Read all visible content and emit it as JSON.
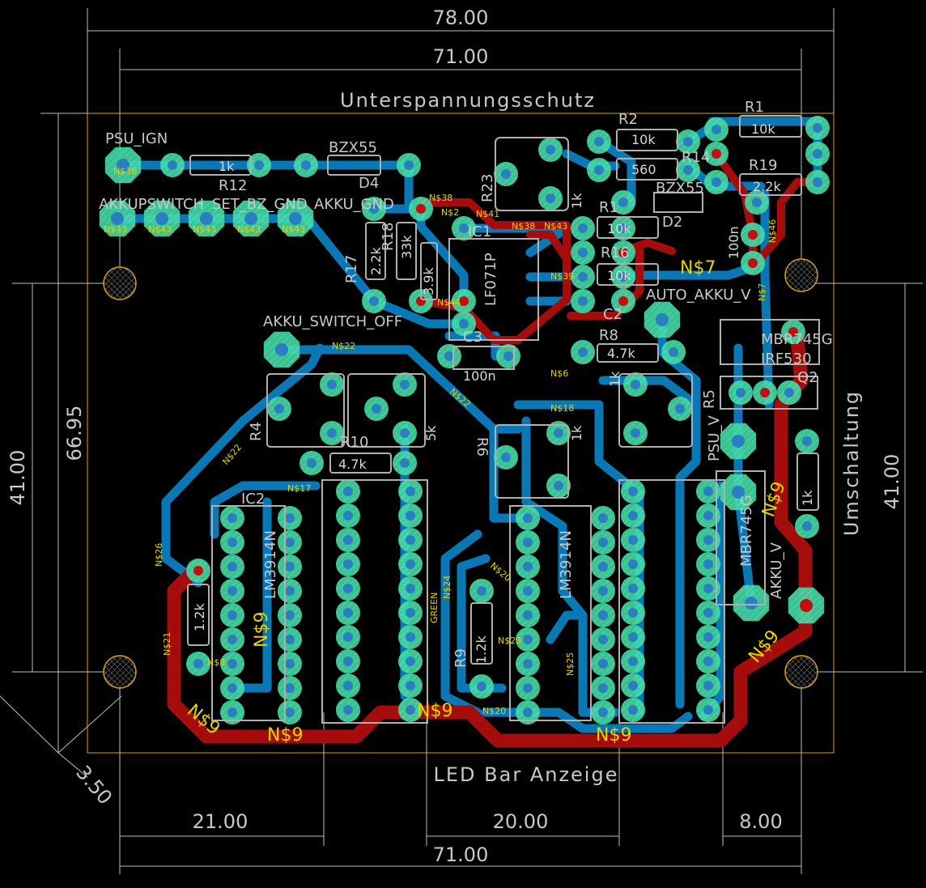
{
  "dimensions": {
    "top_outer": "78.00",
    "top_inner": "71.00",
    "left_outer": "41.00",
    "left_inner": "66.95",
    "right": "41.00",
    "corner": "3.50",
    "bottom_left": "21.00",
    "bottom_mid": "20.00",
    "bottom_right": "8.00",
    "bottom_total": "71.00"
  },
  "sections": {
    "top": "Unterspannungsschutz",
    "bottom": "LED Bar Anzeige",
    "right": "Umschaltung"
  },
  "connectors": {
    "psu_ign": "PSU_IGN",
    "overlapping_1": "AKKUPSWITCH",
    "overlapping_2": "SET_BZ_GND",
    "overlapping_3": "AKKU_GND",
    "akku_switch_off": "AKKU_SWITCH_OFF",
    "auto_akku_v": "AUTO_AKKU_V",
    "psu_v": "PSU_V",
    "akku_v": "AKKU_V"
  },
  "components": {
    "r12": {
      "name": "R12",
      "value": "1k"
    },
    "d4": {
      "name": "D4",
      "value": "BZX55"
    },
    "r17": {
      "name": "R17",
      "value": "2.2k"
    },
    "r18": {
      "name": "R18",
      "value": "33k"
    },
    "r_3k9": {
      "value": "3.9k"
    },
    "r23": {
      "name": "R23",
      "value": "1k"
    },
    "ic1": {
      "name": "IC1",
      "value": "LF071P"
    },
    "c3": {
      "name": "C3",
      "value": "100n"
    },
    "r2": {
      "name": "R2",
      "value": "10k"
    },
    "r14": {
      "name": "R14",
      "value": "560"
    },
    "d2": {
      "name": "D2",
      "value": "BZX55"
    },
    "r1": {
      "name": "R1",
      "value": "10k"
    },
    "r_10k": {
      "value": "10k"
    },
    "r16": {
      "name": "R16",
      "value": "10k"
    },
    "c2": {
      "name": "C2"
    },
    "c_100n": {
      "value": "100n"
    },
    "r8": {
      "name": "R8",
      "value": "4.7k"
    },
    "r19": {
      "name": "R19",
      "value": "2.2k"
    },
    "q2": {
      "name": "Q2",
      "value": "IRF530"
    },
    "q1": {
      "value": "MBR745G"
    },
    "r4": {
      "name": "R4"
    },
    "r10": {
      "name": "R10",
      "value": "4.7k"
    },
    "r_5k": {
      "value": "5k"
    },
    "r6": {
      "name": "R6",
      "value": "1k"
    },
    "r5": {
      "name": "R5",
      "value": "1k"
    },
    "r3": {
      "value": "1k"
    },
    "ic2": {
      "name": "IC2",
      "value": "LM3914N"
    },
    "ic3": {
      "value": "LM3914N"
    },
    "r11": {
      "value": "1.2k"
    },
    "r9": {
      "name": "R9",
      "value": "1.2k"
    },
    "led_green": "GREEN"
  },
  "nets": [
    "N$36",
    "N$43",
    "N$43",
    "N$43",
    "N$43",
    "N$43",
    "N$38",
    "N$2",
    "N$41",
    "N$38",
    "N$43",
    "N$44",
    "N$39",
    "N$22",
    "N$22",
    "N$22",
    "N$26",
    "N$17",
    "N$18",
    "N$20",
    "N$24",
    "N$23",
    "N$25",
    "N$46",
    "N$7",
    "N$6",
    "N$21",
    "N$9",
    "N$9",
    "N$9",
    "N$9",
    "N$9",
    "N$9",
    "N$9",
    "N$7",
    "N$20",
    "N$8"
  ],
  "colors": {
    "background": "#000000",
    "bottom_copper": "#0a78b4",
    "top_copper": "#a50d0d",
    "pad": "#3fd9a4",
    "silkscreen": "#c8c8c8",
    "net_label": "#e6d200",
    "board_outline": "#d9a020"
  }
}
